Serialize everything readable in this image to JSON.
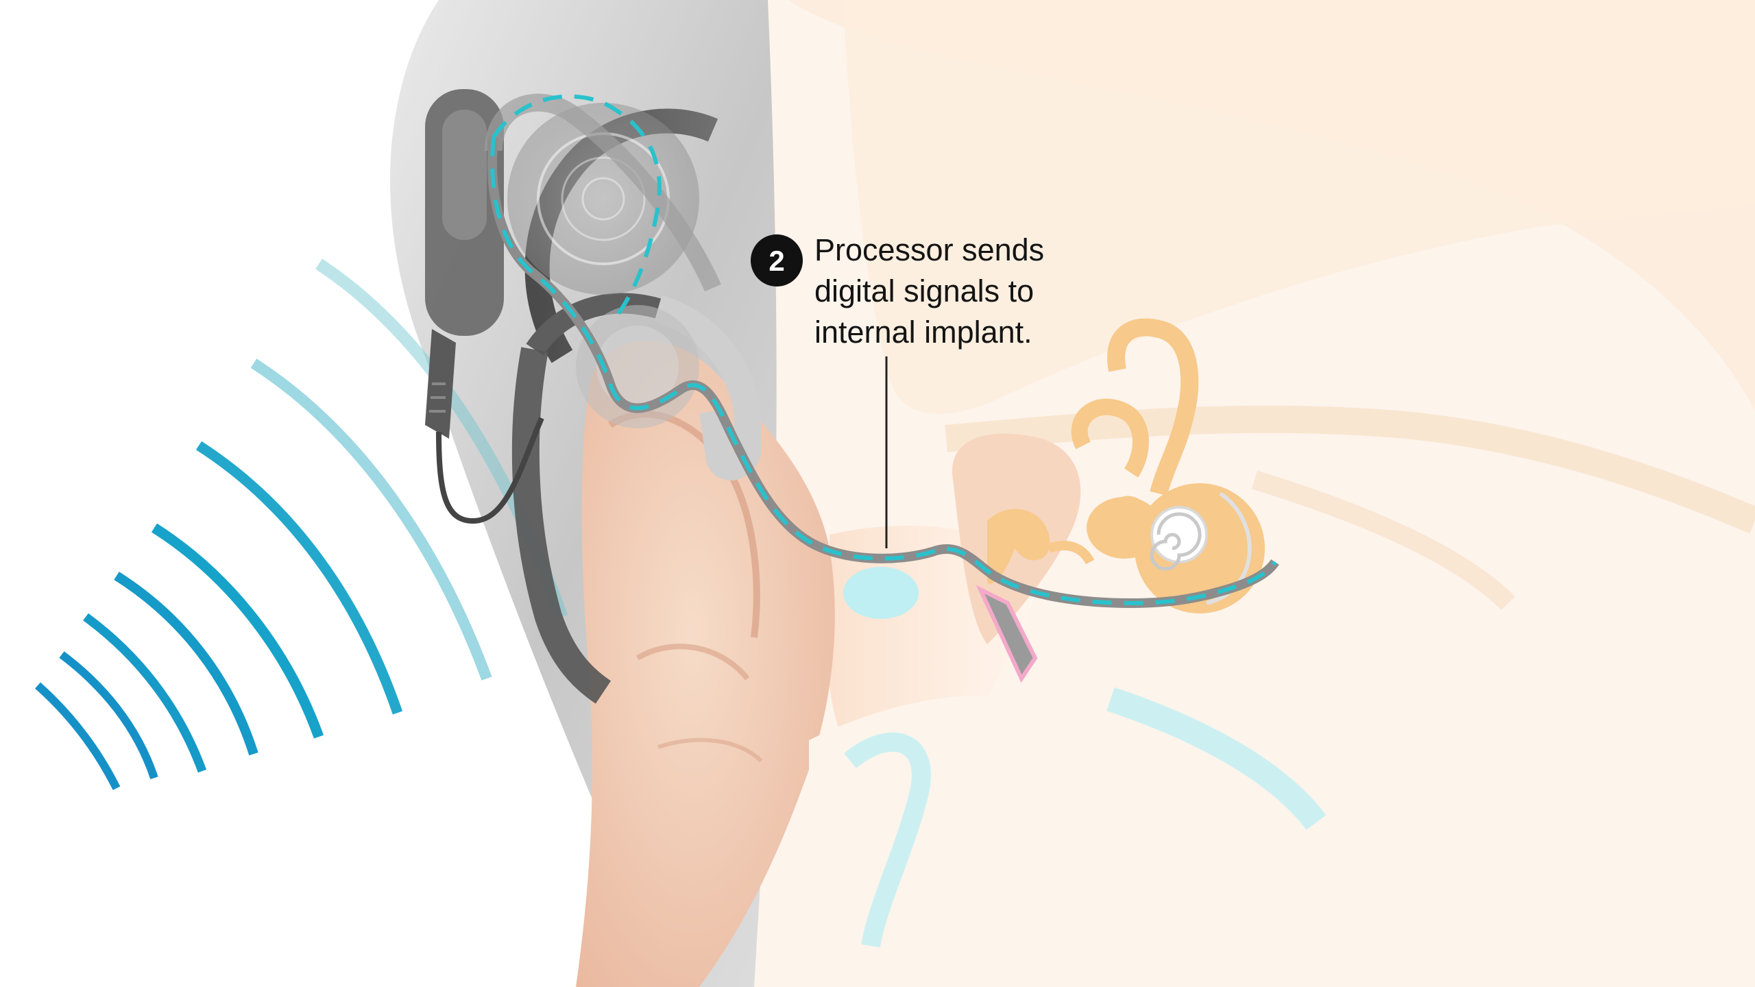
{
  "callout": {
    "number": "2",
    "lines": [
      "Processor sends",
      "digital signals to",
      "internal implant."
    ]
  },
  "colors": {
    "sound_wave": "#17a3c9",
    "signal_dash": "#29c2cc",
    "skin": "#f3cdb4",
    "ear_canal": "#fbe6d3",
    "cochlea": "#f7c98a",
    "device_gray": "#5e5e5e",
    "hair": "#cfcfcf",
    "fluid": "#bfeff2",
    "badge": "#111111"
  },
  "icons": {
    "sound_waves": "sound-waves-icon",
    "processor": "speech-processor-device",
    "implant": "internal-implant-receiver",
    "cochlea": "cochlea-icon"
  }
}
